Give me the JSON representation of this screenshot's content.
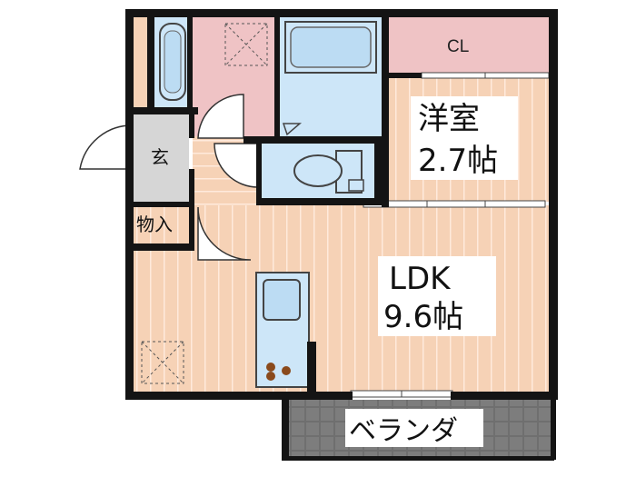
{
  "rooms": {
    "closet": {
      "label": "CL"
    },
    "western_room": {
      "name": "洋室",
      "size": "2.7帖"
    },
    "ldk": {
      "name": "LDK",
      "size": "9.6帖"
    },
    "entrance": {
      "label": "玄"
    },
    "storage": {
      "label": "物入"
    },
    "balcony": {
      "label": "ベランダ"
    }
  },
  "colors": {
    "wall": "#141414",
    "wood_floor": "#f6d2b6",
    "wood_stripe": "#ffeadc",
    "wet_area": "#cde6f8",
    "pink_area": "#efc3c5",
    "entrance_floor": "#d6d6d6",
    "balcony": "#6f6f6f",
    "label_bg": "#ffffff"
  },
  "icons": [
    "bathtub-icon",
    "toilet-icon",
    "sink-icon",
    "stove-icon",
    "ventilation-icon"
  ]
}
